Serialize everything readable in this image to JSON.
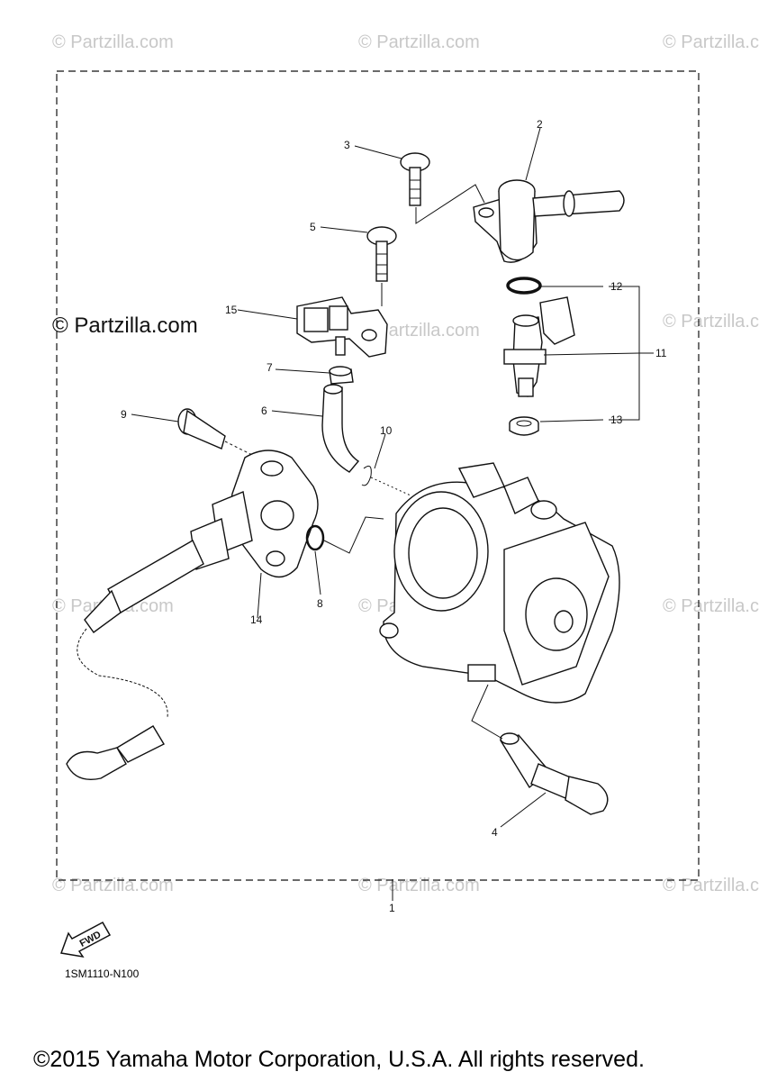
{
  "watermark": "© Partzilla.com",
  "watermark_main": "© Partzilla.com",
  "callouts": [
    "1",
    "2",
    "3",
    "4",
    "5",
    "6",
    "7",
    "8",
    "9",
    "10",
    "11",
    "12",
    "13",
    "14",
    "15"
  ],
  "fwd_label": "FWD",
  "diagram_code": "1SM1110-N100",
  "copyright": "©2015 Yamaha Motor Corporation, U.S.A. All rights reserved."
}
